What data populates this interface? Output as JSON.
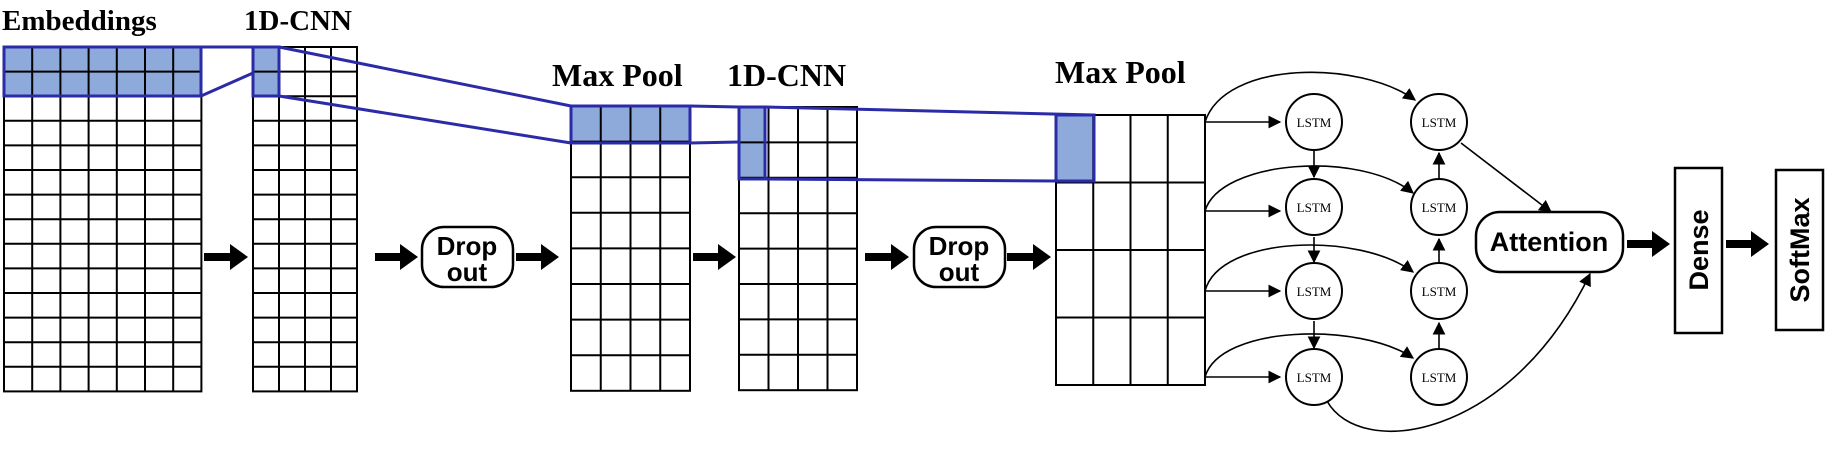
{
  "labels": {
    "embeddings": "Embeddings",
    "cnn1": "1D-CNN",
    "maxpool1": "Max Pool",
    "cnn2": "1D-CNN",
    "maxpool2": "Max Pool",
    "dropout1_line1": "Drop",
    "dropout1_line2": "out",
    "dropout2_line1": "Drop",
    "dropout2_line2": "out",
    "attention": "Attention",
    "dense": "Dense",
    "softmax": "SoftMax"
  },
  "lstm": {
    "left": [
      "LSTM",
      "LSTM",
      "LSTM",
      "LSTM"
    ],
    "right": [
      "LSTM",
      "LSTM",
      "LSTM",
      "LSTM"
    ]
  },
  "colors": {
    "highlight_fill": "#8eaadb",
    "connector_stroke": "#2b2ba8",
    "ink": "#000000",
    "background": "#ffffff"
  }
}
